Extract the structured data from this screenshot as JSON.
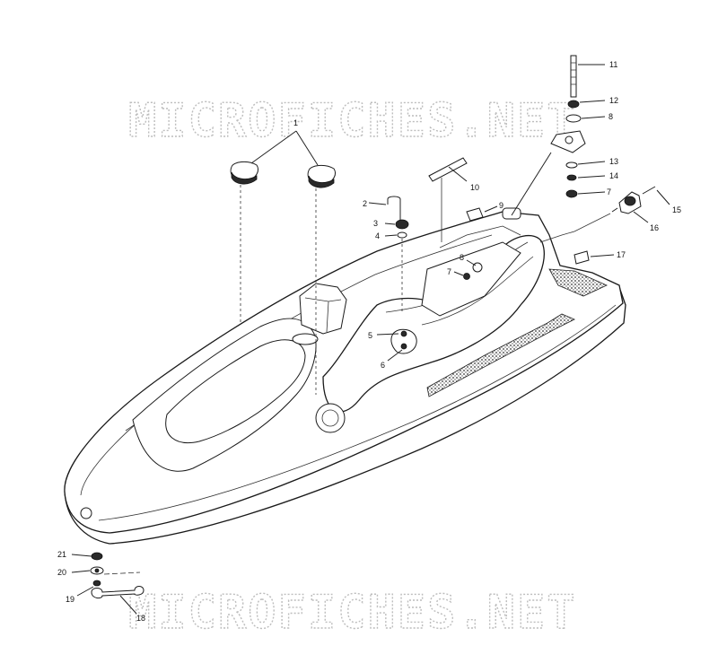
{
  "watermark": {
    "top_text": "MICROFICHES.NET",
    "bottom_text": "MICROFICHES.NET"
  },
  "callouts": {
    "c1": "1",
    "c2": "2",
    "c3": "3",
    "c4": "4",
    "c5": "5",
    "c6": "6",
    "c7a": "7",
    "c7b": "7",
    "c8a": "8",
    "c8b": "8",
    "c9": "9",
    "c10": "10",
    "c11": "11",
    "c12": "12",
    "c13": "13",
    "c14": "14",
    "c15": "15",
    "c16": "16",
    "c17": "17",
    "c18": "18",
    "c19": "19",
    "c20": "20",
    "c21": "21"
  }
}
